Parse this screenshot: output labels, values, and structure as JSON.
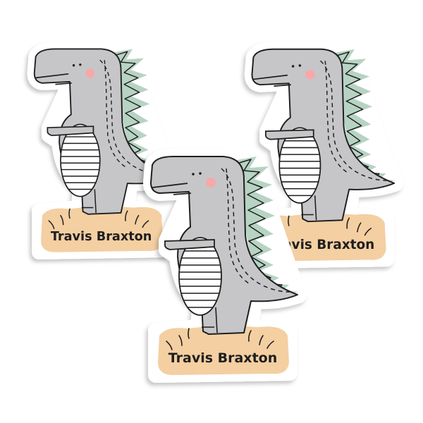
{
  "stickers": [
    {
      "name": "Travis Braxton"
    },
    {
      "name": "Travis Braxton"
    },
    {
      "name": "Travis Braxton"
    }
  ],
  "colors": {
    "dino_body": "#c6c6c8",
    "spikes": "#b7d3c3",
    "ground": "#f4cfa2",
    "cheek": "#f7a8a8",
    "outline": "#1e1e1e"
  }
}
